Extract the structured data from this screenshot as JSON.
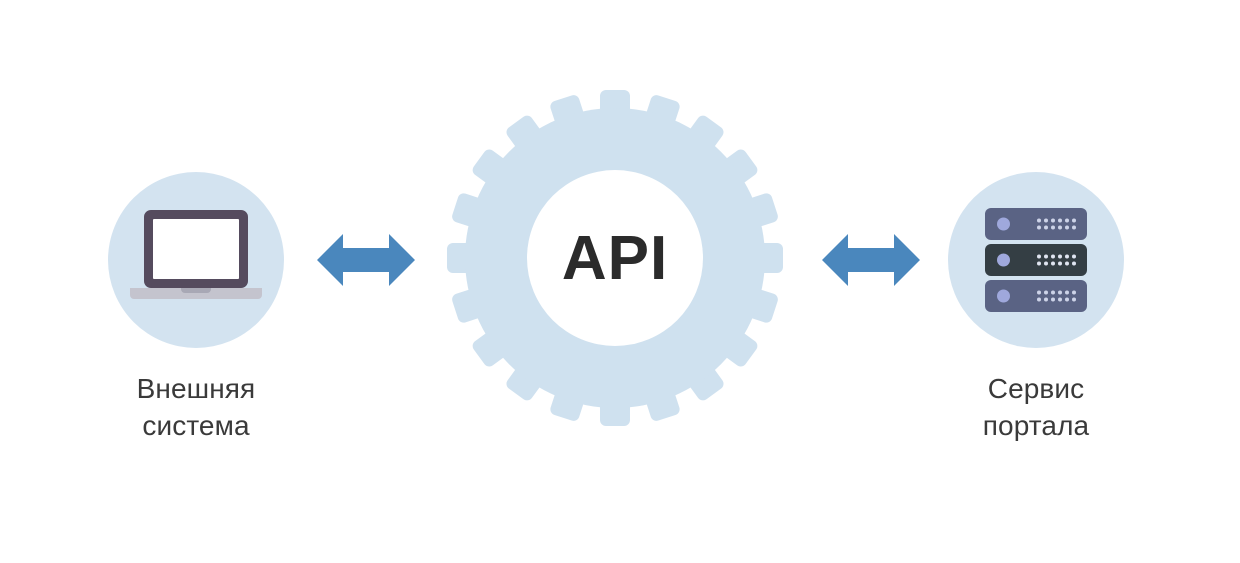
{
  "diagram": {
    "title": "API integration between external system and portal service",
    "background_color": "#ffffff",
    "palette": {
      "circle_bg": "#d3e3f0",
      "gear_fill": "#cfe1ef",
      "gear_hole": "#ffffff",
      "arrow_fill": "#4a87bd",
      "label_text": "#3a3a3a",
      "api_text": "#2b2b2b",
      "laptop_bezel": "#554b5e",
      "laptop_screen": "#ffffff",
      "laptop_base": "#c4c4ce",
      "server_unit": "#5a6384",
      "server_unit_dark": "#343e44",
      "server_led": "#9fa8dc",
      "server_dot": "#cdd3e8"
    },
    "nodes": [
      {
        "id": "external-system",
        "label": "Внешняя\nсистема",
        "icon": "laptop-icon"
      },
      {
        "id": "api-gear",
        "label": "API",
        "icon": "gear-icon",
        "teeth": 20
      },
      {
        "id": "portal-service",
        "label": "Сервис\nпортала",
        "icon": "server-icon",
        "units": 3
      }
    ],
    "connectors": [
      {
        "id": "left-connector",
        "icon": "double-arrow-icon",
        "direction": "bidirectional",
        "from": "external-system",
        "to": "api-gear"
      },
      {
        "id": "right-connector",
        "icon": "double-arrow-icon",
        "direction": "bidirectional",
        "from": "api-gear",
        "to": "portal-service"
      }
    ]
  }
}
